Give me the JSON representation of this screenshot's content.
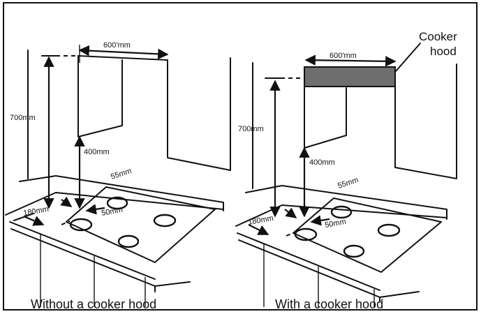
{
  "colors": {
    "stroke": "#111111",
    "hood_fill": "#6e6e6e",
    "background": "#ffffff"
  },
  "panels": [
    {
      "caption": "Without a cooker hood",
      "dimensions": {
        "width": "600'mm",
        "height_total": "700mm",
        "height_cabinet": "400mm",
        "back_offset": "55mm",
        "side_offset": "180mm",
        "burner_gap": "50mm"
      }
    },
    {
      "caption": "With a cooker hood",
      "hood_label_line1": "Cooker",
      "hood_label_line2": "hood",
      "dimensions": {
        "width": "600'mm",
        "height_total": "700mm",
        "height_cabinet": "400mm",
        "back_offset": "55mm",
        "side_offset": "180mm",
        "burner_gap": "50mm"
      }
    }
  ]
}
